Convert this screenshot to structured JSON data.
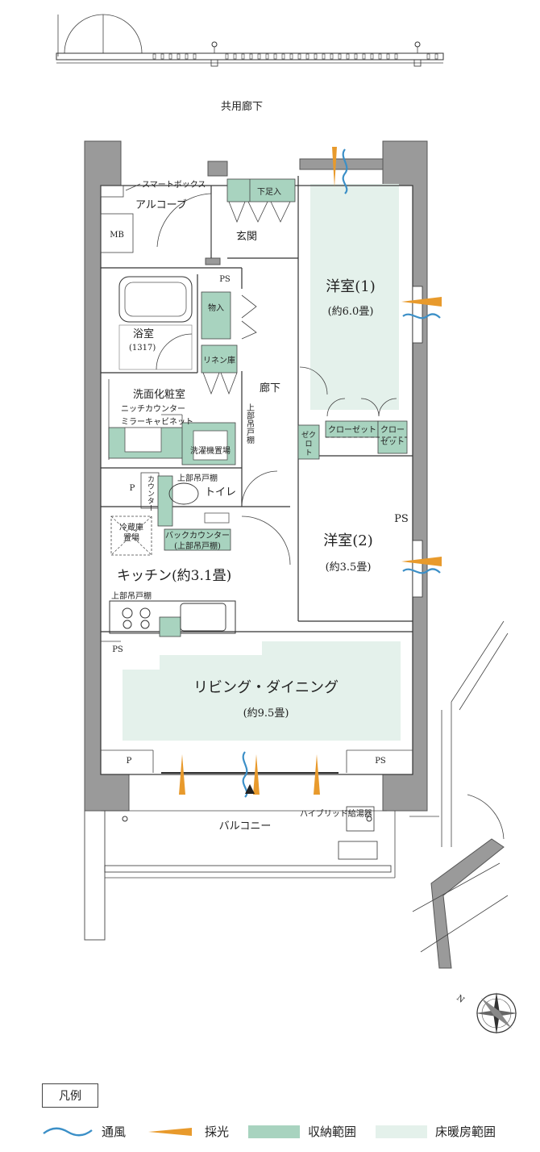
{
  "corridor": "共用廊下",
  "entrance": {
    "smart_box": "スマートボックス",
    "alcove": "アルコーブ",
    "mb": "MB",
    "shoe_storage": "下足入",
    "genkan": "玄関"
  },
  "rooms": {
    "western1_name": "洋室(1)",
    "western1_size": "(約6.0畳)",
    "western2_name": "洋室(2)",
    "western2_size": "(約3.5畳)",
    "bath_name": "浴室",
    "bath_size": "(1317)",
    "washroom": "洗面化粧室",
    "hallway": "廊下",
    "toilet": "トイレ",
    "kitchen": "キッチン(約3.1畳)",
    "living_name": "リビング・ダイニング",
    "living_size": "(約9.5畳)",
    "balcony": "バルコニー"
  },
  "fixtures": {
    "ps": "PS",
    "p": "P",
    "storage": "物入",
    "linen": "リネン庫",
    "niche_counter": "ニッチカウンター",
    "mirror_cabinet": "ミラーキャビネット",
    "washer": "洗濯機置場",
    "upper_shelf_vertical": "上部吊戸棚",
    "counter_vertical": "カウンター",
    "upper_shelf": "上部吊戸棚",
    "fridge_l1": "冷蔵庫",
    "fridge_l2": "置場",
    "back_counter_l1": "バックカウンター",
    "back_counter_l2": "(上部吊戸棚)",
    "kitchen_upper_shelf": "上部吊戸棚",
    "closet": "クローゼット",
    "closet2_l1": "クロー",
    "closet2_l2": "ゼット",
    "zeclo_l1": "ゼク",
    "zeclo_l2": "ロ",
    "zeclo_l3": "ト",
    "hybrid_heater": "ハイブリッド給湯器"
  },
  "compass_label": "N",
  "legend": {
    "title": "凡例",
    "items": [
      {
        "label": "通風",
        "kind": "wave",
        "color": "#3b8fc7"
      },
      {
        "label": "採光",
        "kind": "light",
        "color": "#e89a2c"
      },
      {
        "label": "収納範囲",
        "kind": "fill",
        "color": "#a8d3bf"
      },
      {
        "label": "床暖房範囲",
        "kind": "fill",
        "color": "#e4f1eb"
      }
    ]
  }
}
